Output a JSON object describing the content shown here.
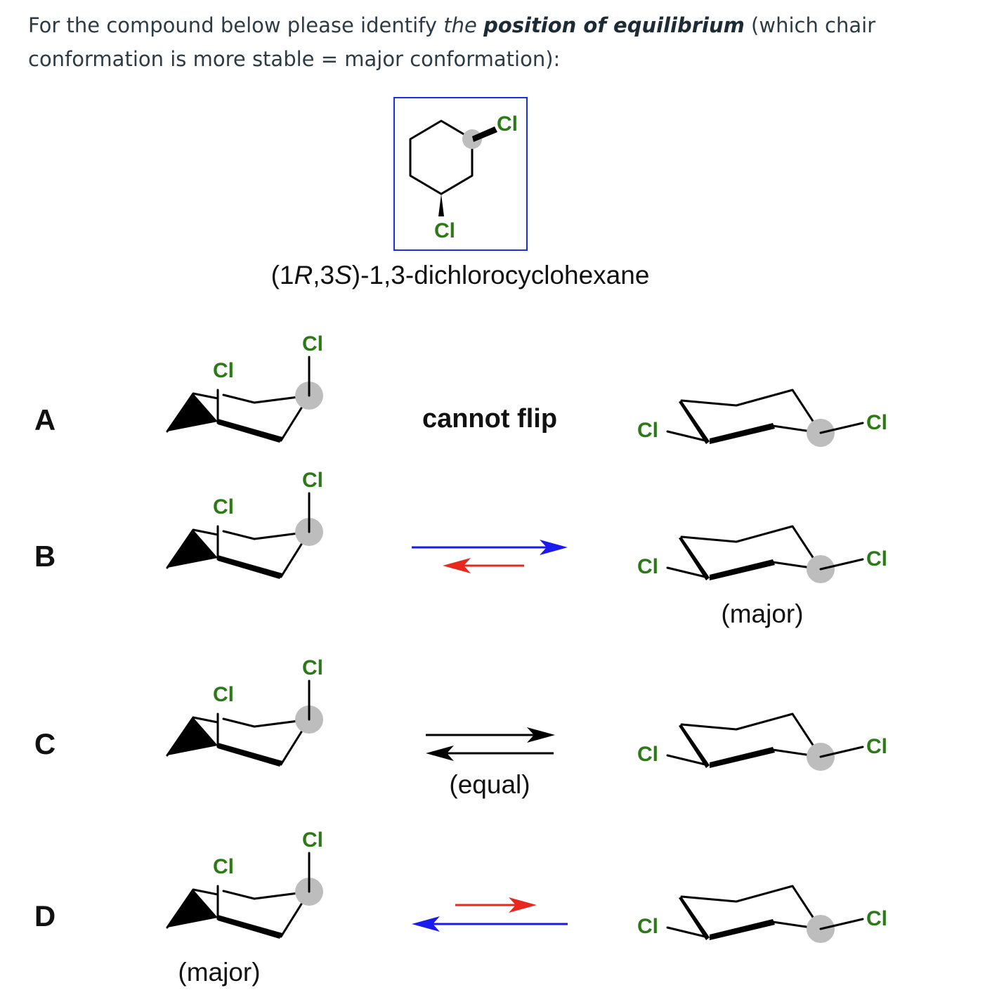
{
  "question": {
    "p1": "For the compound below please identify ",
    "p2": "the",
    "p3": "position of equilibrium",
    "p4": " (which chair conformation is more stable = major conformation):"
  },
  "compound": {
    "name_pre": "(1",
    "name_r": "R",
    "name_mid": ",3",
    "name_s": "S",
    "name_post": ")-1,3-dichlorocyclohexane",
    "atom": "Cl",
    "box_color": "#1a2fe0"
  },
  "options": [
    {
      "letter": "A",
      "middle_text": "cannot flip",
      "left_note": "",
      "right_note": ""
    },
    {
      "letter": "B",
      "middle_text": "",
      "left_note": "",
      "right_note": "(major)"
    },
    {
      "letter": "C",
      "middle_text": "(equal)",
      "left_note": "",
      "right_note": ""
    },
    {
      "letter": "D",
      "middle_text": "",
      "left_note": "(major)",
      "right_note": ""
    }
  ],
  "colors": {
    "chlorine": "#2b7a17",
    "arrow_blue": "#1a1af0",
    "arrow_red": "#e8281e",
    "arrow_black": "#000000",
    "highlight": "#bdbdbd"
  }
}
